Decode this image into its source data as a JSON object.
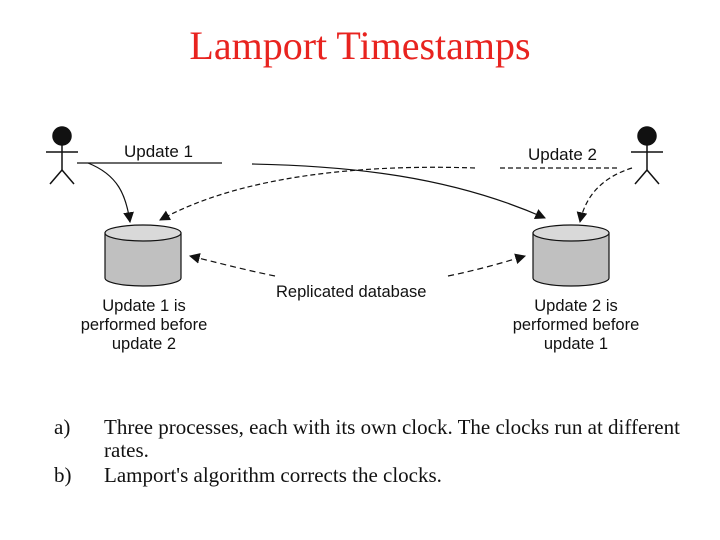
{
  "title": "Lamport Timestamps",
  "diagram": {
    "left_update_label": "Update 1",
    "right_update_label": "Update 2",
    "center_label": "Replicated database",
    "left_caption": [
      "Update 1 is",
      "performed before",
      "update 2"
    ],
    "right_caption": [
      "Update 2 is",
      "performed before",
      "update 1"
    ],
    "left_person_icon": "stick-figure-person",
    "right_person_icon": "stick-figure-person",
    "database_icon": "database-cylinder",
    "colors": {
      "title": "#e8231f",
      "cylinder": "#c0c0c0",
      "ink": "#111111"
    }
  },
  "list": [
    {
      "marker": "a)",
      "text": "Three processes, each with its own clock.  The clocks run at different rates."
    },
    {
      "marker": "b)",
      "text": "Lamport's algorithm corrects the clocks."
    }
  ]
}
